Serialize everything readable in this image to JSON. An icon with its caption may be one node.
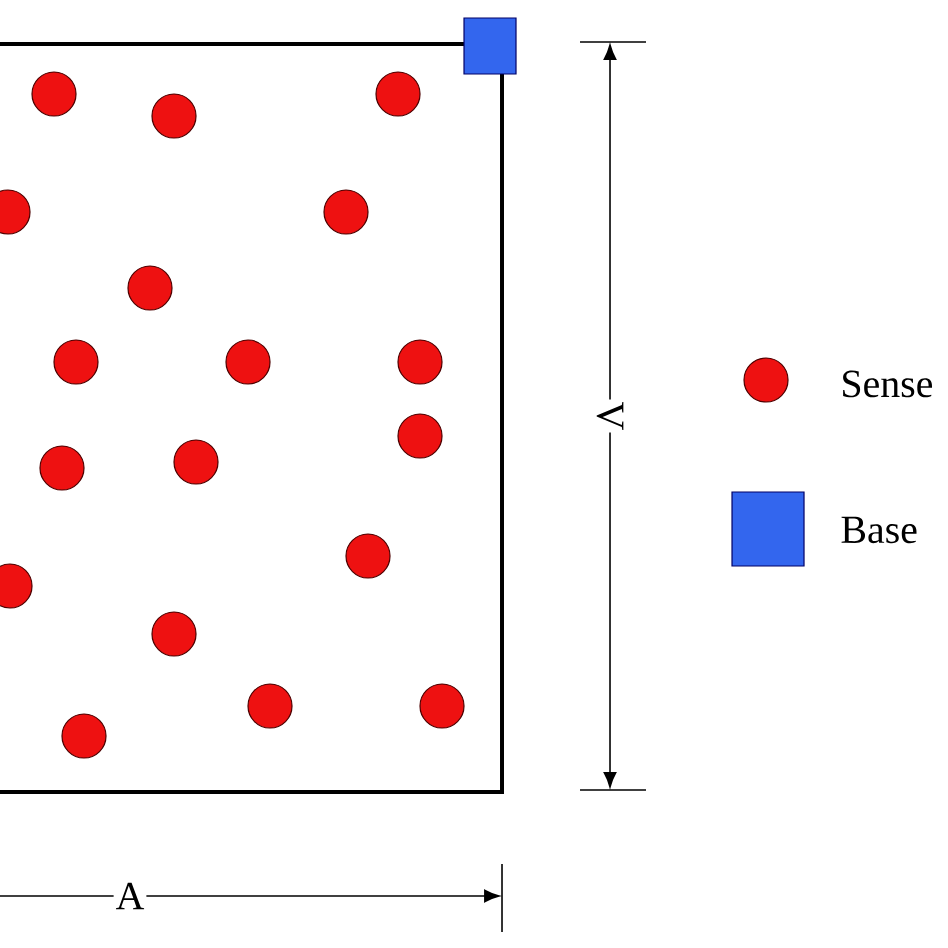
{
  "diagram": {
    "labels": [
      "V",
      "A"
    ],
    "legend": [
      {
        "text": "Sense",
        "color": "#ee1111"
      },
      {
        "text": "Base",
        "color": "#3366ee"
      }
    ]
  }
}
